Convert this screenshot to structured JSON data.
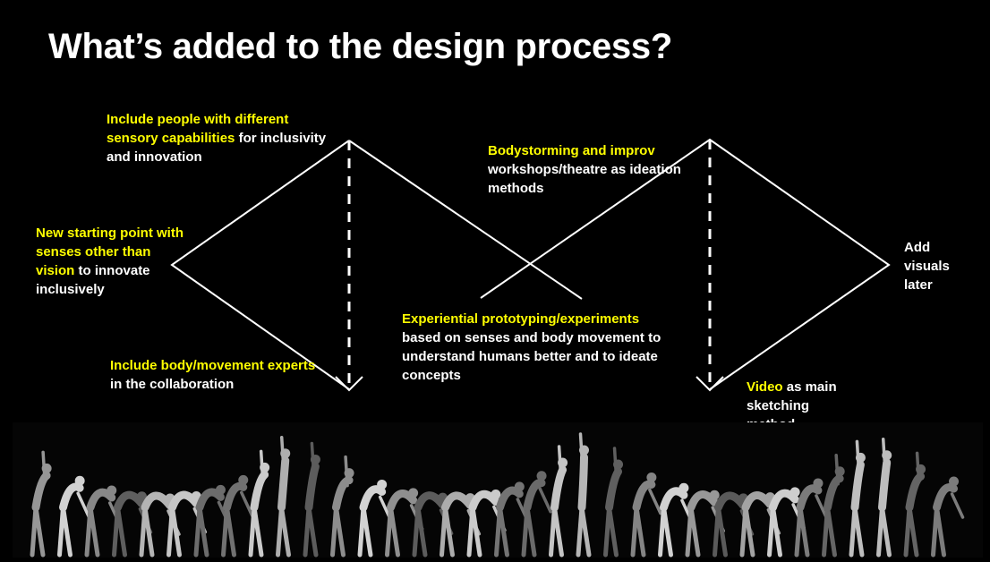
{
  "title": "What’s added to the design process?",
  "labels": {
    "tl": {
      "hl": "Include people with different sensory capabilities",
      "rest": " for inclusivity and innovation"
    },
    "left": {
      "hl": "New starting point with senses other than vision",
      "rest": " to innovate inclusively"
    },
    "bl": {
      "hl": "Include body/movement experts",
      "rest": " in the collaboration"
    },
    "tc": {
      "hl": "Bodystorming and improv",
      "rest": " workshops/theatre as ideation methods"
    },
    "center": {
      "hl": "Experiential prototyping/experiments",
      "rest": " based on senses and body movement to understand humans better and to ideate concepts"
    },
    "right": {
      "rest": "Add visuals later"
    },
    "br": {
      "hl": "Video",
      "rest": " as main sketching method"
    }
  },
  "colors": {
    "background": "#000000",
    "text": "#ffffff",
    "highlight": "#ffff00"
  },
  "image": {
    "name": "dancer-movement-sequence-photo",
    "kind": "grayscale photo of a dancer in successive poses"
  }
}
